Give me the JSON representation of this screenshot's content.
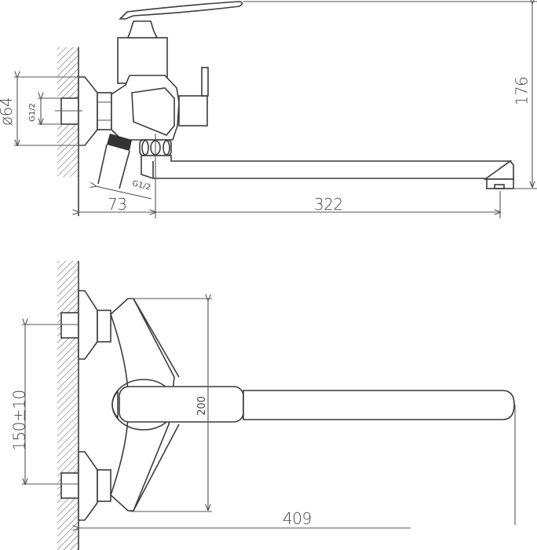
{
  "drawing": {
    "title": "Wall-mounted bath mixer with long swivel spout — dimensional drawing",
    "views": [
      "side-view",
      "top-view"
    ],
    "colors": {
      "line": "#3c3c3c",
      "background": "#ffffff",
      "text": "#444444"
    }
  },
  "side_view": {
    "dimensions": {
      "flange_diameter": "ø64",
      "inlet_thread": "G1/2",
      "shower_outlet_thread": "G1/2",
      "wall_to_body": "73",
      "body_to_spout_outlet": "322",
      "height": "176"
    }
  },
  "top_view": {
    "dimensions": {
      "inlet_spacing": "150±10",
      "body_width": "200",
      "total_reach": "409"
    }
  }
}
